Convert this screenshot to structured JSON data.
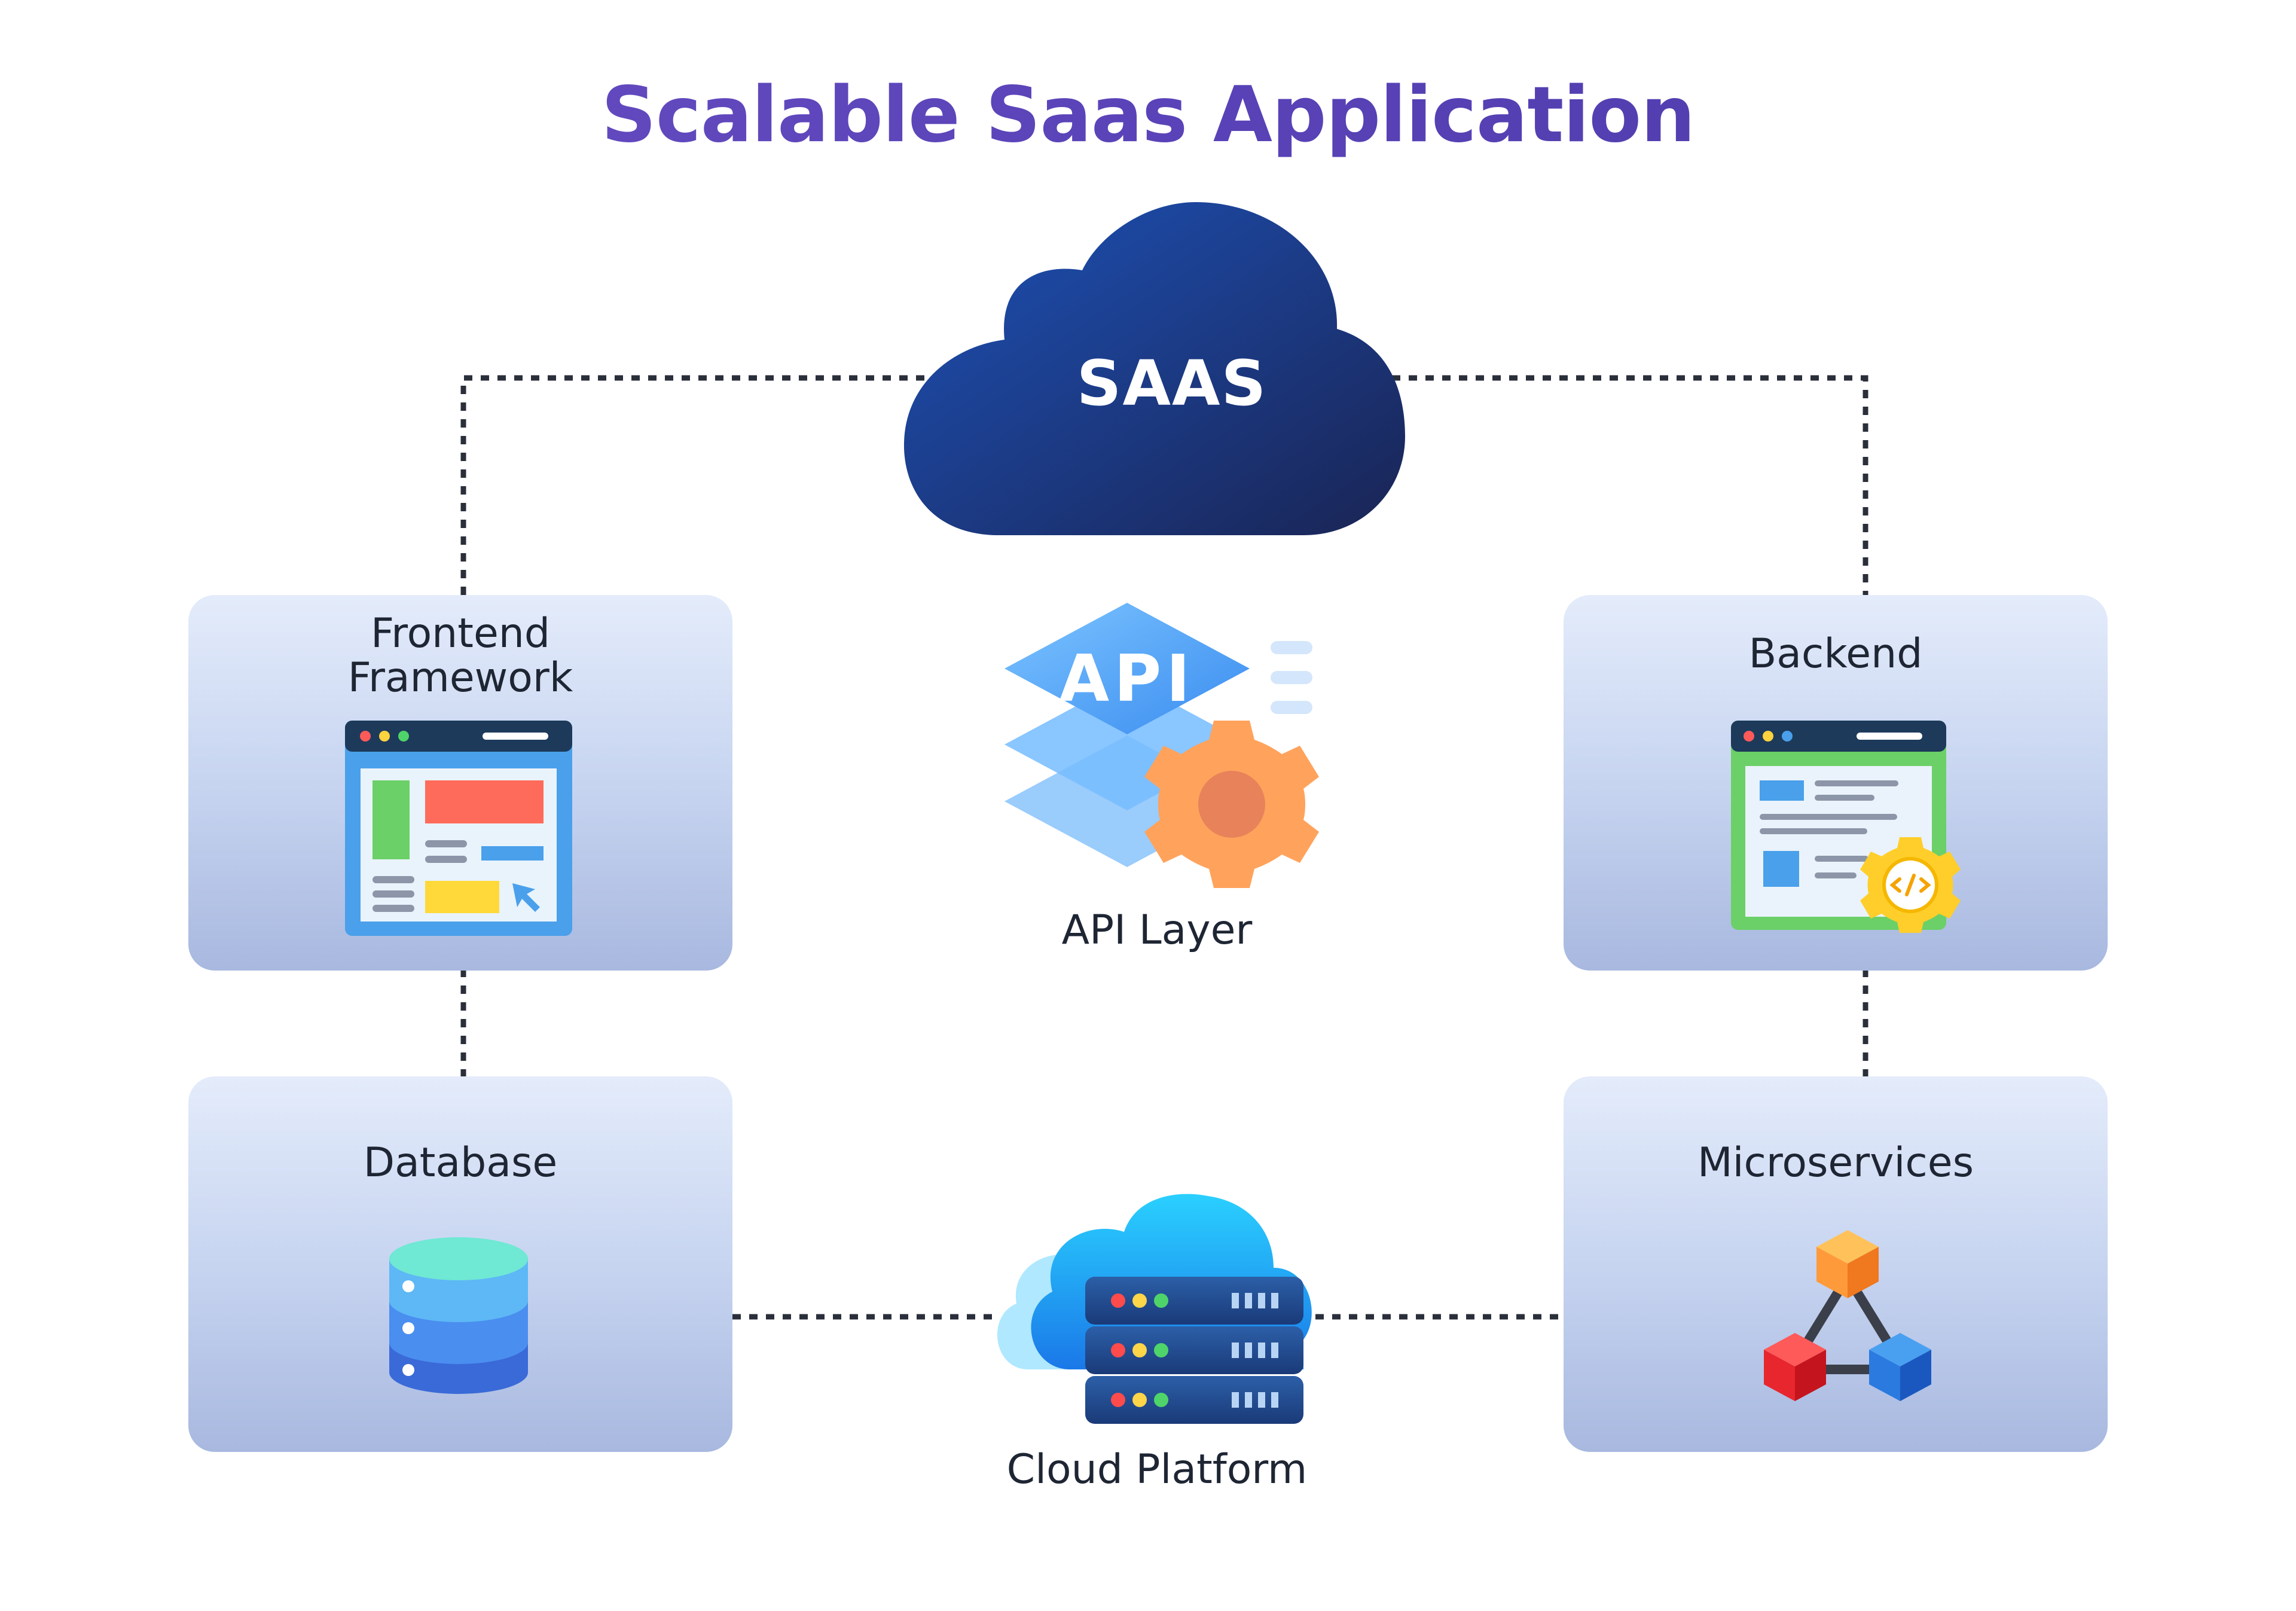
{
  "title": "Scalable Saas Application",
  "center": {
    "cloud_label": "SAAS",
    "api_badge": "API",
    "api_label": "API Layer",
    "cloud_platform_label": "Cloud Platform"
  },
  "cards": {
    "frontend_line1": "Frontend",
    "frontend_line2": "Framework",
    "backend": "Backend",
    "database": "Database",
    "microservices": "Microservices"
  },
  "colors": {
    "title": "#5a43b8",
    "saas_cloud_light": "#1d4fb0",
    "saas_cloud_dark": "#1a2a5c",
    "card_top": "#e4ecfb",
    "card_bottom": "#a8b8df",
    "connector": "#2a2f3a"
  },
  "icons": {
    "saas": "cloud-icon",
    "api": "api-gear-icon",
    "frontend": "browser-window-icon",
    "backend": "code-window-gear-icon",
    "database": "database-stack-icon",
    "microservices": "connected-cubes-icon",
    "cloud_platform": "cloud-server-icon"
  }
}
